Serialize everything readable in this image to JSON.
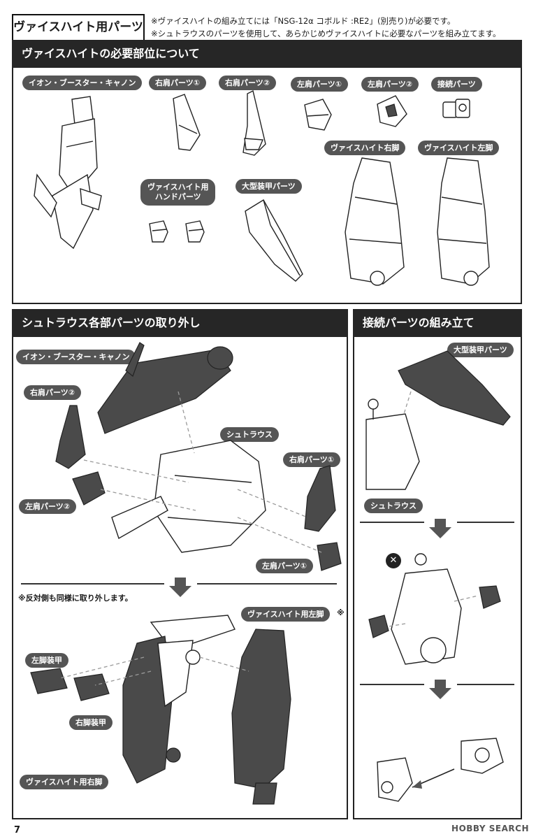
{
  "header": {
    "title": "ヴァイスハイト用パーツ",
    "note1": "※ヴァイスハイトの組み立てには「NSG-12α コボルド :RE2」(別売り)が必要です。",
    "note2": "※シュトラウスのパーツを使用して、あらかじめヴァイスハイトに必要なパーツを組み立てます。"
  },
  "section1": {
    "heading": "ヴァイスハイトの必要部位について",
    "labels": {
      "ion_booster": "イオン・ブースター・キャノン",
      "right_shoulder_1": "右肩パーツ①",
      "right_shoulder_2": "右肩パーツ②",
      "left_shoulder_1": "左肩パーツ①",
      "left_shoulder_2": "左肩パーツ②",
      "connector": "接続パーツ",
      "hand_parts_line1": "ヴァイスハイト用",
      "hand_parts_line2": "ハンドパーツ",
      "large_armor": "大型装甲パーツ",
      "right_leg": "ヴァイスハイト右脚",
      "left_leg": "ヴァイスハイト左脚"
    }
  },
  "section2": {
    "heading": "シュトラウス各部パーツの取り外し",
    "labels": {
      "ion_booster": "イオン・ブースター・キャノン",
      "right_shoulder_2": "右肩パーツ②",
      "strauss": "シュトラウス",
      "right_shoulder_1": "右肩パーツ①",
      "left_shoulder_2": "左肩パーツ②",
      "left_shoulder_1": "左肩パーツ①",
      "left_leg_armor": "左脚装甲",
      "right_leg_armor": "右脚装甲",
      "left_leg_for": "ヴァイスハイト用左脚",
      "right_leg_for": "ヴァイスハイト用右脚",
      "asterisk": "※"
    },
    "note": "※反対側も同様に取り外します。"
  },
  "section3": {
    "heading": "接続パーツの組み立て",
    "labels": {
      "large_armor": "大型装甲パーツ",
      "strauss": "シュトラウス"
    },
    "x_mark": "✕"
  },
  "footer": {
    "page_number": "7",
    "watermark": "HOBBY SEARCH"
  },
  "colors": {
    "band": "#262626",
    "pill": "#555555",
    "part_dark": "#4a4a4a"
  }
}
